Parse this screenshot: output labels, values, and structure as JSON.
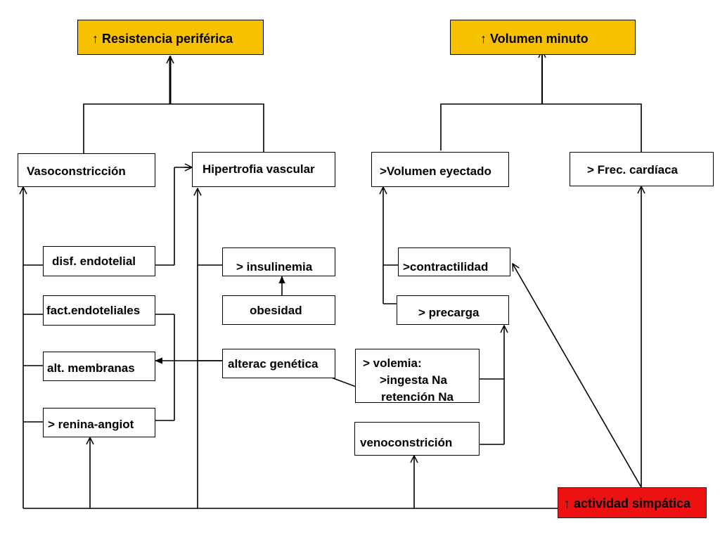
{
  "colors": {
    "top_box": "#f6c200",
    "alert_box": "#ee1111",
    "line": "#000000"
  },
  "boxes": {
    "resistencia": "↑ Resistencia periférica",
    "volumen_minuto": "↑ Volumen minuto",
    "vasoconstriccion": "Vasoconstricción",
    "hipertrofia": "Hipertrofia vascular",
    "volumen_eyectado": ">Volumen eyectado",
    "frec_cardiaca": "> Frec. cardíaca",
    "disf_endotelial": "disf. endotelial",
    "insulinemia": "> insulinemia",
    "contractilidad": ">contractilidad",
    "fact_endoteliales": "fact.endoteliales",
    "obesidad": "obesidad",
    "precarga": "> precarga",
    "alt_membranas": "alt. membranas",
    "alterac_genetica": "alterac genética",
    "volemia": {
      "line1": "> volemia:",
      "line2": ">ingesta Na",
      "line3": "retención Na"
    },
    "renina": "> renina-angiot",
    "venoconstricion": "venoconstrición",
    "actividad_simpatica": "↑ actividad simpática"
  }
}
